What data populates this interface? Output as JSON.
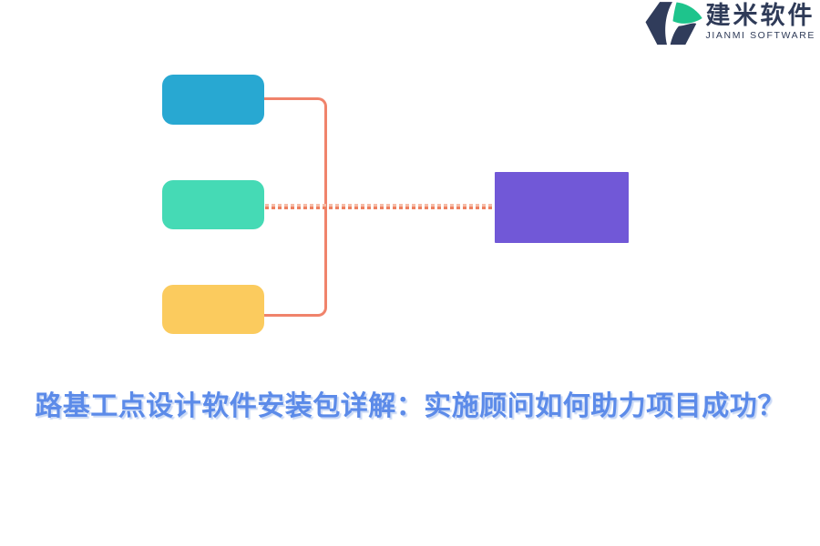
{
  "logo": {
    "name": "建米软件",
    "subtitle": "JIANMI SOFTWARE",
    "text_color": "#2F3B58",
    "icon_navy": "#303C5B",
    "icon_green": "#1EC48C"
  },
  "diagram": {
    "nodes": [
      {
        "id": "node-top",
        "color": "#28A8D2"
      },
      {
        "id": "node-middle",
        "color": "#45DAB5"
      },
      {
        "id": "node-bottom",
        "color": "#FBCB5E"
      },
      {
        "id": "node-result",
        "color": "#7158D7"
      }
    ],
    "connector_color": "#F0836B",
    "dashed_pattern_light": "repeating-linear-gradient(90deg, #F6BCA7 0 4px, transparent 4px 7px)",
    "dashed_pattern_dark": "repeating-linear-gradient(90deg, #EE8060 0 4px, transparent 4px 7px)"
  },
  "title": {
    "text": "路基工点设计软件安装包详解：实施顾问如何助力项目成功？",
    "color": "#5C8BE9"
  }
}
